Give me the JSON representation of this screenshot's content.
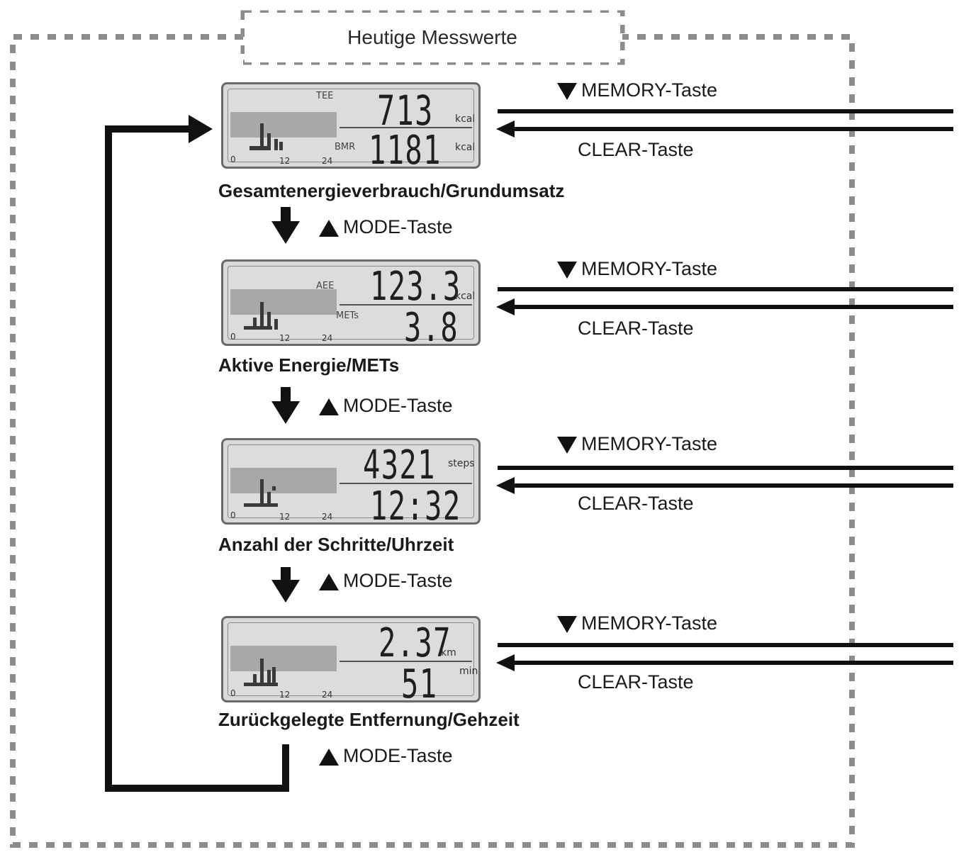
{
  "frame": {
    "title": "Heutige Messwerte"
  },
  "screens": [
    {
      "caption": "Gesamtenergieverbrauch/Grundumsatz",
      "top_label": "TEE",
      "top_value": "713",
      "top_unit": "kcal",
      "bottom_label": "BMR",
      "bottom_value": "1181",
      "bottom_unit": "kcal",
      "ticks": [
        "0",
        "12",
        "24"
      ]
    },
    {
      "caption": "Aktive Energie/METs",
      "top_label": "AEE",
      "top_value": "123.3",
      "top_unit": "kcal",
      "bottom_label": "METs",
      "bottom_value": "3.8",
      "bottom_unit": "",
      "ticks": [
        "0",
        "12",
        "24"
      ]
    },
    {
      "caption": "Anzahl der Schritte/Uhrzeit",
      "top_label": "",
      "top_value": "4321",
      "top_unit": "steps",
      "bottom_label": "",
      "bottom_value": "12:32",
      "bottom_unit": "",
      "ticks": [
        "0",
        "12",
        "24"
      ]
    },
    {
      "caption": "Zurückgelegte Entfernung/Gehzeit",
      "top_label": "",
      "top_value": "2.37",
      "top_unit": "km",
      "bottom_label": "",
      "bottom_value": "51",
      "bottom_unit": "min",
      "ticks": [
        "0",
        "12",
        "24"
      ]
    }
  ],
  "keys": {
    "mode": "MODE-Taste",
    "memory": "MEMORY-Taste",
    "clear": "CLEAR-Taste"
  }
}
